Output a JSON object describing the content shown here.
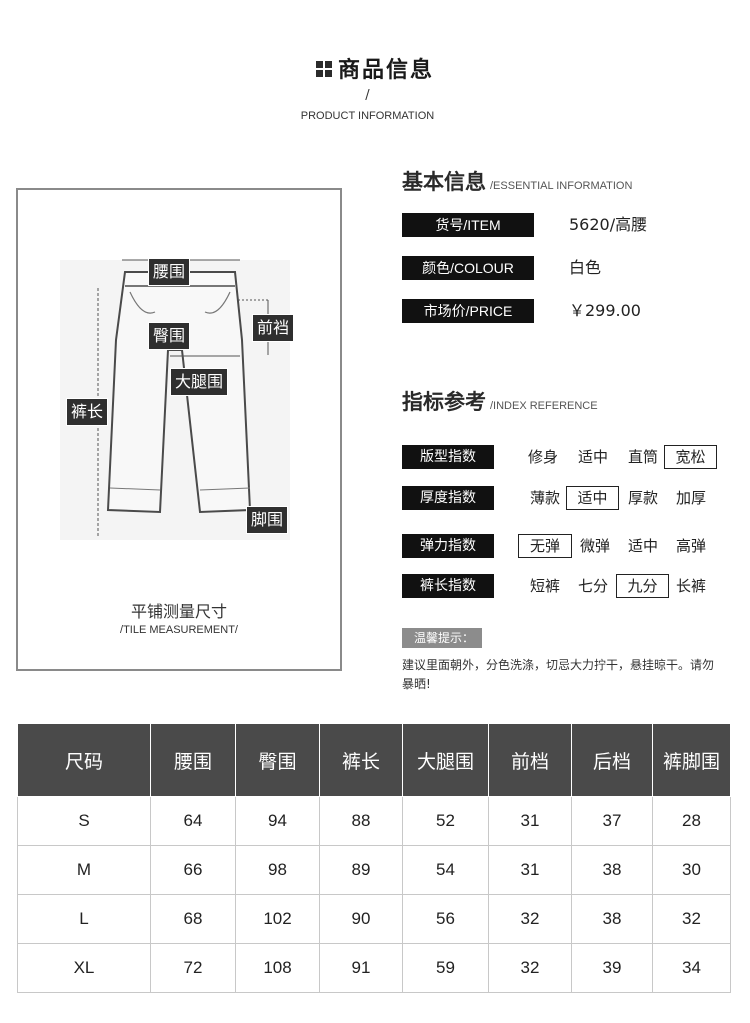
{
  "header": {
    "title": "商品信息",
    "slash": "/",
    "subtitle": "PRODUCT INFORMATION"
  },
  "diagram": {
    "labels": {
      "waist": "腰围",
      "hip": "臀围",
      "front_rise": "前裆",
      "thigh": "大腿围",
      "length": "裤长",
      "hem": "脚围"
    },
    "caption_cn": "平铺测量尺寸",
    "caption_en": "/TILE MEASUREMENT/"
  },
  "basic_info": {
    "title": "基本信息",
    "title_en": "/ESSENTIAL INFORMATION",
    "rows": [
      {
        "label": "货号/ITEM",
        "value": "5620/高腰"
      },
      {
        "label": "颜色/COLOUR",
        "value": "白色"
      },
      {
        "label": "市场价/PRICE",
        "value": "￥299.00"
      }
    ]
  },
  "index_ref": {
    "title": "指标参考",
    "title_en": "/INDEX REFERENCE",
    "rows": [
      {
        "label": "版型指数",
        "options": [
          "修身",
          "适中",
          "直筒",
          "宽松"
        ],
        "selected": "宽松"
      },
      {
        "label": "厚度指数",
        "options": [
          "薄款",
          "适中",
          "厚款",
          "加厚"
        ],
        "selected": "适中"
      },
      {
        "label": "弹力指数",
        "options": [
          "无弹",
          "微弹",
          "适中",
          "高弹"
        ],
        "selected": "无弹"
      },
      {
        "label": "裤长指数",
        "options": [
          "短裤",
          "七分",
          "九分",
          "长裤"
        ],
        "selected": "九分"
      }
    ]
  },
  "tips": {
    "badge": "温馨提示：",
    "text": "建议里面朝外，分色洗涤，切忌大力拧干，悬挂晾干。请勿暴晒!"
  },
  "size_table": {
    "headers": [
      "尺码",
      "腰围",
      "臀围",
      "裤长",
      "大腿围",
      "前档",
      "后档",
      "裤脚围"
    ],
    "rows": [
      [
        "S",
        "64",
        "94",
        "88",
        "52",
        "31",
        "37",
        "28"
      ],
      [
        "M",
        "66",
        "98",
        "89",
        "54",
        "31",
        "38",
        "30"
      ],
      [
        "L",
        "68",
        "102",
        "90",
        "56",
        "32",
        "38",
        "32"
      ],
      [
        "XL",
        "72",
        "108",
        "91",
        "59",
        "32",
        "39",
        "34"
      ]
    ]
  }
}
